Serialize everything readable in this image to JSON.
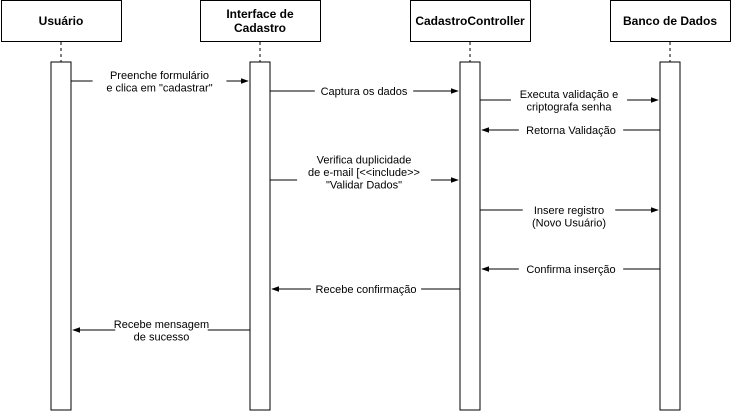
{
  "participants": [
    {
      "label_lines": [
        "Usuário"
      ]
    },
    {
      "label_lines": [
        "Interface de",
        "Cadastro"
      ]
    },
    {
      "label_lines": [
        "CadastroController"
      ]
    },
    {
      "label_lines": [
        "Banco de Dados"
      ]
    }
  ],
  "messages": [
    {
      "from": 0,
      "to": 1,
      "text_lines": [
        "Preenche formulário",
        "e clica em \"cadastrar\""
      ]
    },
    {
      "from": 1,
      "to": 2,
      "text_lines": [
        "Captura os dados"
      ]
    },
    {
      "from": 2,
      "to": 3,
      "text_lines": [
        "Executa validação e",
        "criptografa senha"
      ]
    },
    {
      "from": 3,
      "to": 2,
      "text_lines": [
        "Retorna Validação"
      ]
    },
    {
      "from": 1,
      "to": 2,
      "text_lines": [
        "Verifica duplicidade",
        "de e-mail [<<include>>",
        "\"Validar Dados\""
      ]
    },
    {
      "from": 2,
      "to": 3,
      "text_lines": [
        "Insere registro",
        "(Novo Usuário)"
      ]
    },
    {
      "from": 3,
      "to": 2,
      "text_lines": [
        "Confirma inserção"
      ]
    },
    {
      "from": 2,
      "to": 1,
      "text_lines": [
        "Recebe confirmação"
      ]
    },
    {
      "from": 1,
      "to": 0,
      "text_lines": [
        "Recebe mensagem",
        "de sucesso"
      ]
    }
  ]
}
